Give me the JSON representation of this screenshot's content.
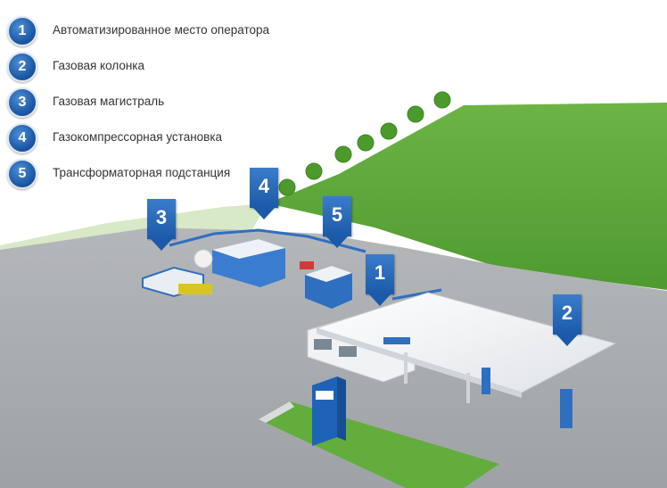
{
  "legend": [
    {
      "num": "1",
      "label": "Автоматизированное место оператора"
    },
    {
      "num": "2",
      "label": "Газовая колонка"
    },
    {
      "num": "3",
      "label": "Газовая магистраль"
    },
    {
      "num": "4",
      "label": "Газокомпрессорная установка"
    },
    {
      "num": "5",
      "label": "Трансформаторная подстанция"
    }
  ],
  "markers": {
    "m1": "1",
    "m2": "2",
    "m3": "3",
    "m4": "4",
    "m5": "5"
  },
  "colors": {
    "grass": "#5aa437",
    "asphalt": "#a9adb0",
    "brand_blue": "#1b5aa8",
    "canopy": "#f3f5f7"
  }
}
